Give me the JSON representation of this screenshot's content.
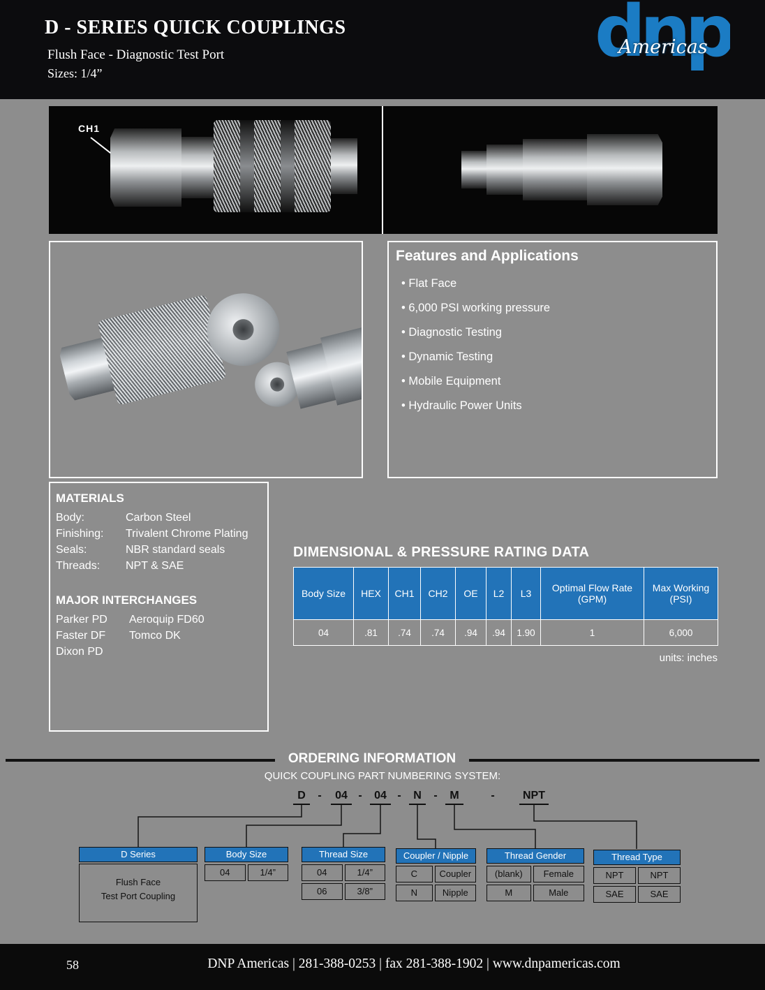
{
  "header": {
    "title": "D - SERIES QUICK COUPLINGS",
    "subtitle": "Flush Face - Diagnostic Test Port",
    "sizes": "Sizes: 1/4”",
    "logo": {
      "brand": "dnp",
      "region": "Americas"
    }
  },
  "photos": {
    "ch1_label": "CH1"
  },
  "features": {
    "title": "Features and Applications",
    "items": [
      "Flat Face",
      "6,000 PSI working pressure",
      "Diagnostic Testing",
      "Dynamic Testing",
      "Mobile Equipment",
      "Hydraulic Power Units"
    ]
  },
  "materials": {
    "title": "MATERIALS",
    "rows": [
      {
        "label": "Body:",
        "value": "Carbon Steel"
      },
      {
        "label": "Finishing:",
        "value": "Trivalent Chrome Plating"
      },
      {
        "label": "Seals:",
        "value": "NBR standard seals"
      },
      {
        "label": "Threads:",
        "value": "NPT & SAE"
      }
    ],
    "interchanges_title": "MAJOR INTERCHANGES",
    "interchanges": [
      {
        "c1": "Parker PD",
        "c2": "Aeroquip FD60"
      },
      {
        "c1": "Faster DF",
        "c2": "Tomco DK"
      },
      {
        "c1": "Dixon PD",
        "c2": ""
      }
    ]
  },
  "dimensional": {
    "title": "DIMENSIONAL & PRESSURE RATING DATA",
    "headers": [
      "Body Size",
      "HEX",
      "CH1",
      "CH2",
      "OE",
      "L2",
      "L3",
      "Optimal Flow Rate (GPM)",
      "Max Working (PSI)"
    ],
    "row": [
      "04",
      ".81",
      ".74",
      ".74",
      ".94",
      ".94",
      "1.90",
      "1",
      "6,000"
    ],
    "units_note": "units: inches"
  },
  "ordering": {
    "title": "ORDERING INFORMATION",
    "subtitle": "QUICK COUPLING PART NUMBERING SYSTEM:",
    "separator": "-",
    "part": [
      "D",
      "04",
      "04",
      "N",
      "M",
      "NPT"
    ],
    "d_series": {
      "header": "D Series",
      "line1": "Flush Face",
      "line2": "Test Port Coupling"
    },
    "body_size": {
      "header": "Body Size",
      "rows": [
        [
          "04",
          "1/4”"
        ]
      ]
    },
    "thread_size": {
      "header": "Thread Size",
      "rows": [
        [
          "04",
          "1/4”"
        ],
        [
          "06",
          "3/8”"
        ]
      ]
    },
    "coupler_nipple": {
      "header": "Coupler / Nipple",
      "rows": [
        [
          "C",
          "Coupler"
        ],
        [
          "N",
          "Nipple"
        ]
      ]
    },
    "thread_gender": {
      "header": "Thread Gender",
      "rows": [
        [
          "(blank)",
          "Female"
        ],
        [
          "M",
          "Male"
        ]
      ]
    },
    "thread_type": {
      "header": "Thread Type",
      "rows": [
        [
          "NPT",
          "NPT"
        ],
        [
          "SAE",
          "SAE"
        ]
      ]
    }
  },
  "footer": {
    "page": "58",
    "text": "DNP Americas | 281-388-0253 | fax 281-388-1902 | www.dnpamericas.com"
  }
}
